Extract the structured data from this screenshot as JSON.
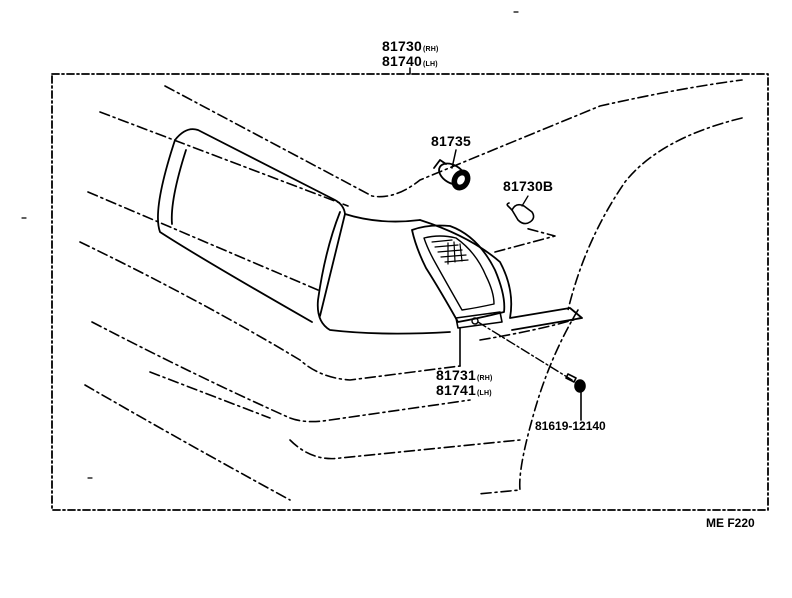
{
  "parts": {
    "lamp_assy_rh": {
      "number": "81730",
      "suffix": "(RH)"
    },
    "lamp_assy_lh": {
      "number": "81740",
      "suffix": "(LH)"
    },
    "socket": {
      "number": "81735"
    },
    "bulb": {
      "number": "81730B"
    },
    "lens_rh": {
      "number": "81731",
      "suffix": "(RH)"
    },
    "lens_lh": {
      "number": "81741",
      "suffix": "(LH)"
    },
    "screw": {
      "number": "81619-12140"
    }
  },
  "figure_code": "ME F220"
}
